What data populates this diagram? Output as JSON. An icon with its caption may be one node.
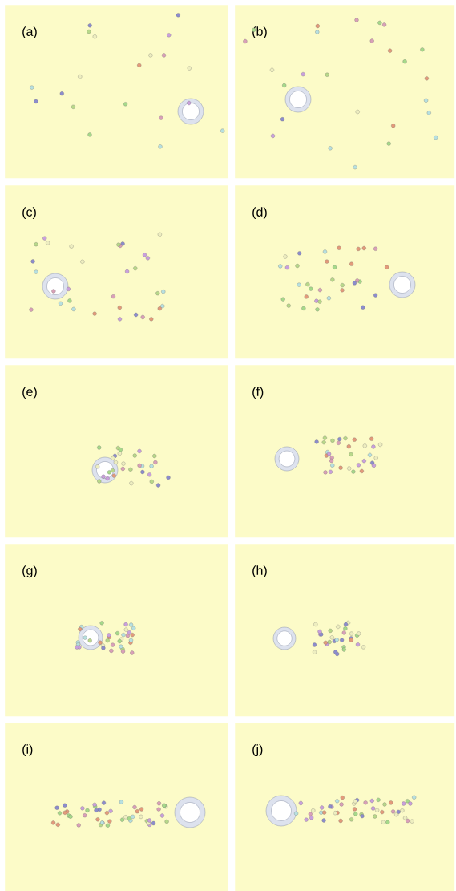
{
  "diagram": {
    "nodes": [
      {
        "text": [
          "(a)"
        ]
      },
      {
        "text": [
          "(b)"
        ]
      },
      {
        "text": [
          "(c)"
        ]
      },
      {
        "text": [
          "(d)"
        ]
      },
      {
        "text": [
          "(e)"
        ]
      },
      {
        "text": [
          "(f)"
        ]
      },
      {
        "text": [
          "(g)"
        ]
      },
      {
        "text": [
          "(h)"
        ]
      },
      {
        "text": [
          "(i)"
        ]
      },
      {
        "text": [
          "(j)"
        ]
      }
    ]
  }
}
